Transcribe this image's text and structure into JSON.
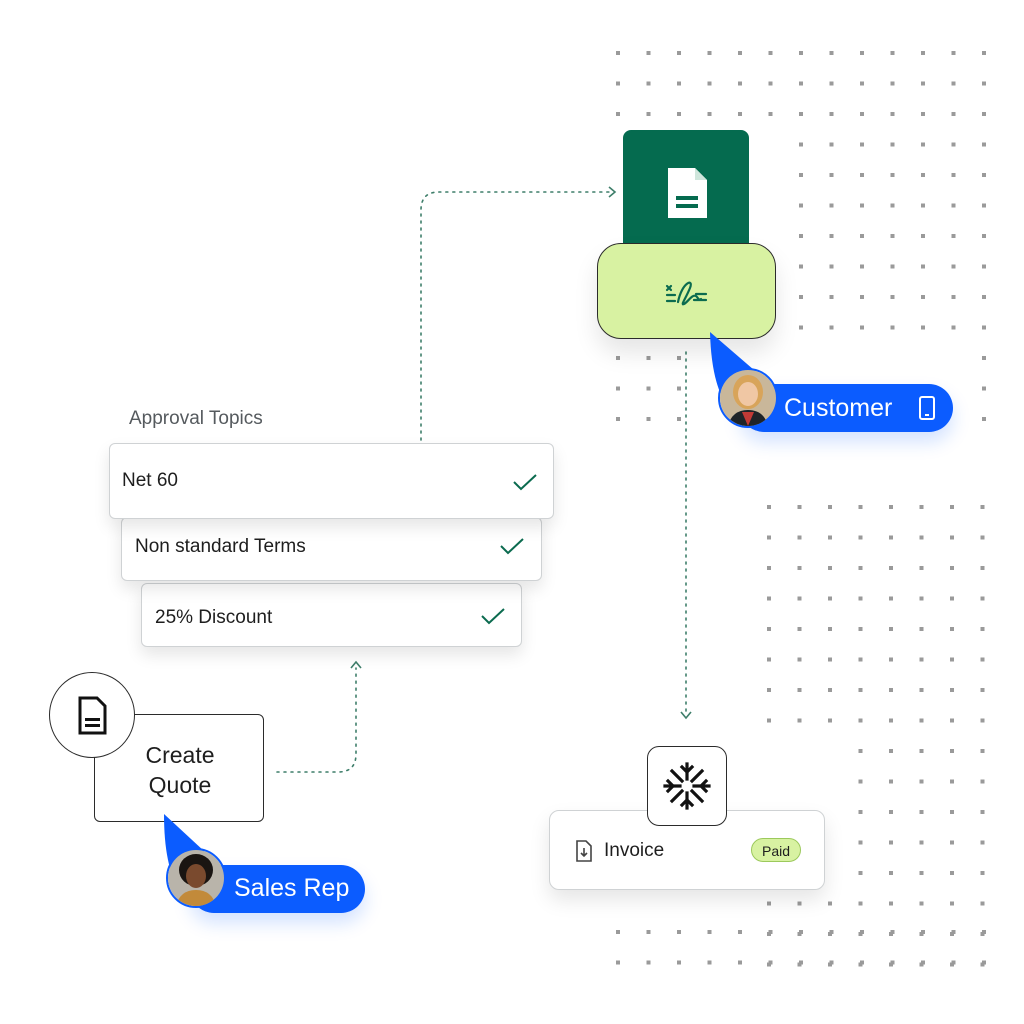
{
  "approval": {
    "title": "Approval Topics",
    "items": [
      {
        "label": "Net 60",
        "checked": true
      },
      {
        "label": "Non standard Terms",
        "checked": true
      },
      {
        "label": "25% Discount",
        "checked": true
      }
    ]
  },
  "quote": {
    "label": "Create Quote",
    "icon": "document-icon"
  },
  "sales_rep": {
    "label": "Sales Rep",
    "avatar": "avatar-photo"
  },
  "customer": {
    "label": "Customer",
    "device_icon": "mobile-phone-icon",
    "avatar": "avatar-photo"
  },
  "document": {
    "icon": "document-icon",
    "signature_icon": "signature-icon"
  },
  "invoice": {
    "label": "Invoice",
    "status": "Paid",
    "icon": "invoice-file-icon",
    "logo": "snowflake-logo-icon"
  },
  "colors": {
    "brand_blue": "#0b5cff",
    "doc_green": "#056b4f",
    "sign_green": "#d8f2a2",
    "check_green": "#0b6b4f",
    "dot_gray": "#9a9a9a"
  }
}
